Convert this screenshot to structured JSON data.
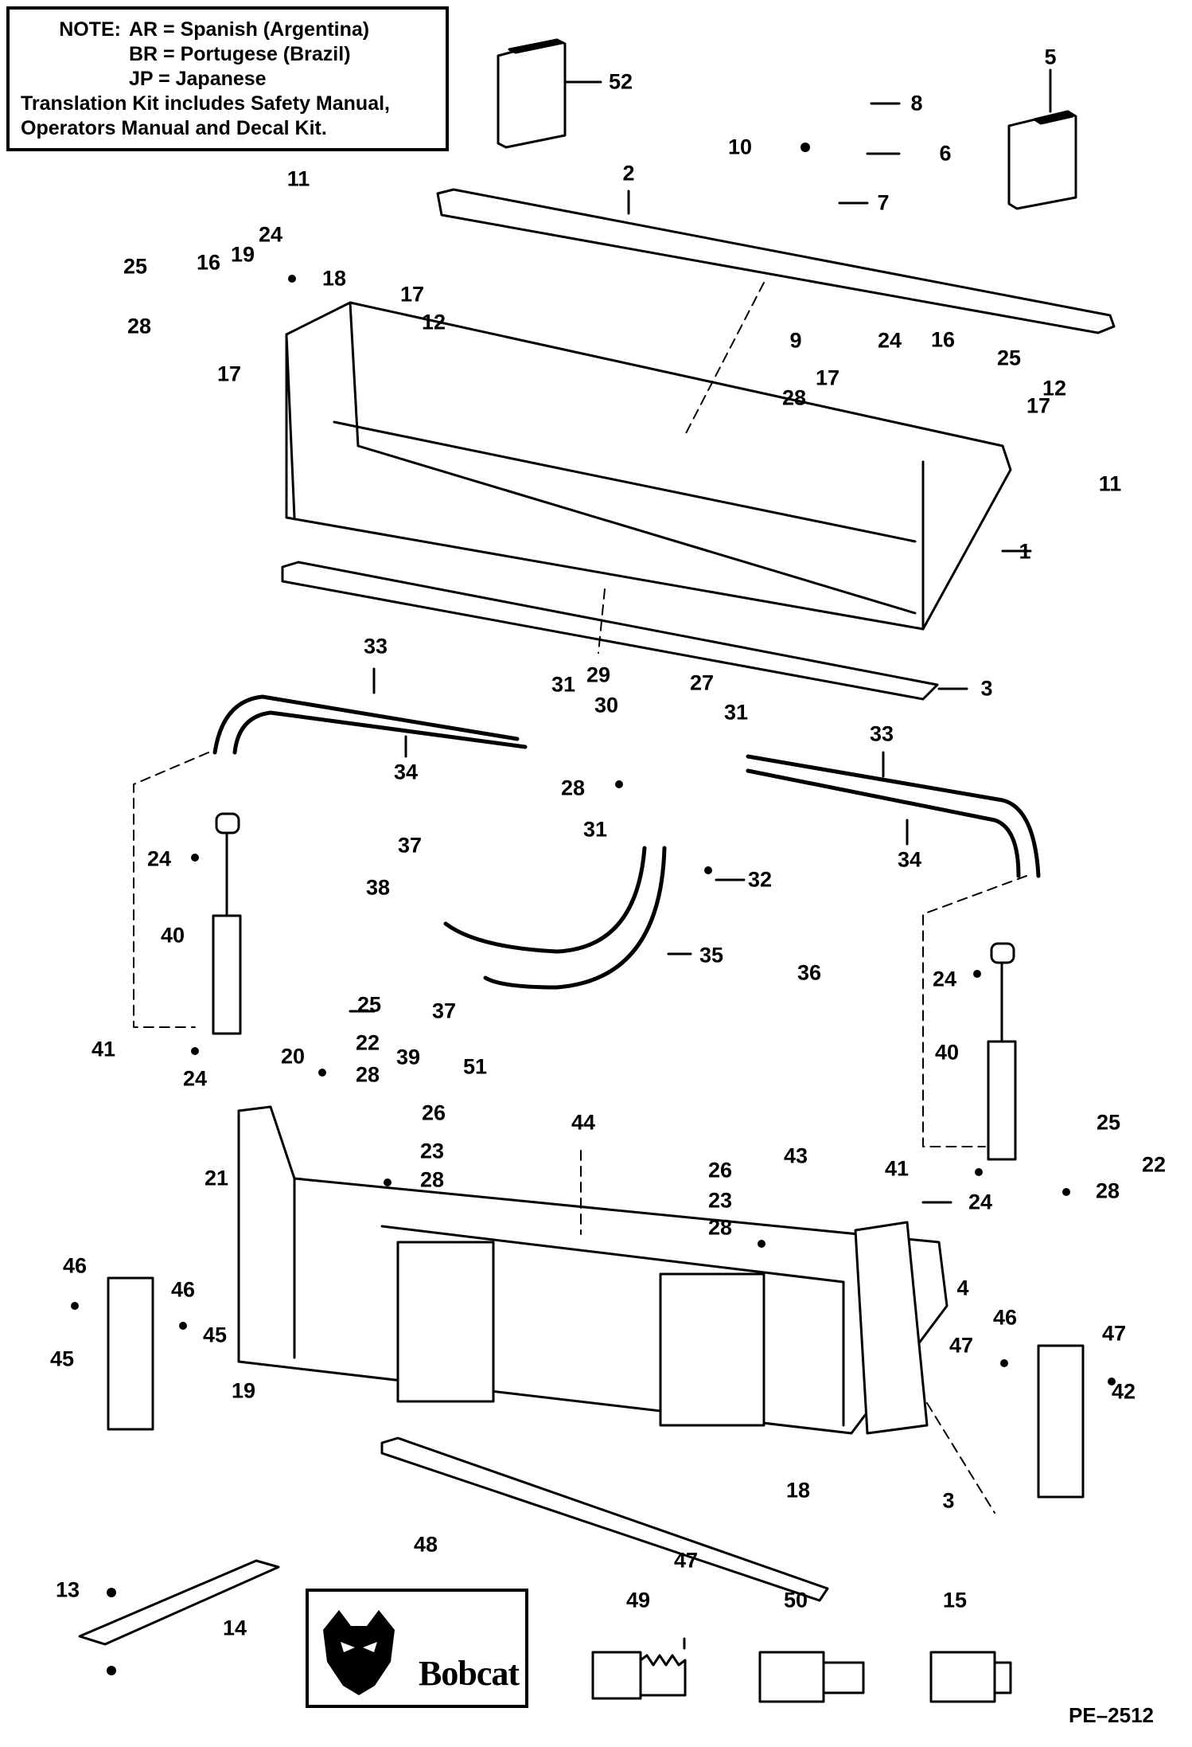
{
  "note": {
    "label": "NOTE:",
    "lines": [
      "AR = Spanish (Argentina)",
      "BR = Portugese (Brazil)",
      "JP = Japanese"
    ],
    "kit": [
      "Translation Kit includes Safety Manual,",
      "Operators Manual and Decal Kit."
    ]
  },
  "logo_text": "Bobcat",
  "drawing_code": "PE–2512",
  "callouts": [
    "52",
    "5",
    "8",
    "10",
    "6",
    "2",
    "7",
    "11",
    "24",
    "25",
    "16",
    "19",
    "18",
    "28",
    "17",
    "12",
    "17",
    "9",
    "24",
    "16",
    "25",
    "17",
    "12",
    "28",
    "17",
    "11",
    "1",
    "3",
    "33",
    "29",
    "27",
    "31",
    "31",
    "30",
    "34",
    "33",
    "28",
    "31",
    "34",
    "24",
    "37",
    "32",
    "38",
    "35",
    "40",
    "36",
    "24",
    "25",
    "37",
    "22",
    "41",
    "39",
    "51",
    "24",
    "28",
    "20",
    "40",
    "26",
    "44",
    "21",
    "23",
    "25",
    "43",
    "22",
    "28",
    "26",
    "41",
    "23",
    "24",
    "28",
    "28",
    "46",
    "4",
    "46",
    "46",
    "47",
    "47",
    "45",
    "45",
    "42",
    "19",
    "18",
    "3",
    "47",
    "48",
    "49",
    "50",
    "15",
    "13",
    "14"
  ]
}
